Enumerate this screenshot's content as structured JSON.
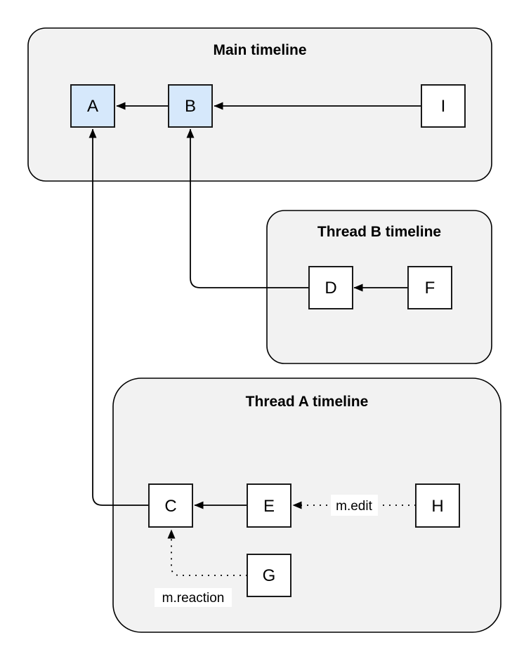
{
  "diagram": {
    "type": "event-graph",
    "containers": [
      {
        "id": "main",
        "title": "Main timeline"
      },
      {
        "id": "thread-b",
        "title": "Thread B timeline"
      },
      {
        "id": "thread-a",
        "title": "Thread A timeline"
      }
    ],
    "nodes": [
      {
        "id": "A",
        "label": "A",
        "timeline": "main",
        "highlighted": true
      },
      {
        "id": "B",
        "label": "B",
        "timeline": "main",
        "highlighted": true
      },
      {
        "id": "I",
        "label": "I",
        "timeline": "main",
        "highlighted": false
      },
      {
        "id": "D",
        "label": "D",
        "timeline": "thread-b",
        "highlighted": false
      },
      {
        "id": "F",
        "label": "F",
        "timeline": "thread-b",
        "highlighted": false
      },
      {
        "id": "C",
        "label": "C",
        "timeline": "thread-a",
        "highlighted": false
      },
      {
        "id": "E",
        "label": "E",
        "timeline": "thread-a",
        "highlighted": false
      },
      {
        "id": "H",
        "label": "H",
        "timeline": "thread-a",
        "highlighted": false
      },
      {
        "id": "G",
        "label": "G",
        "timeline": "thread-a",
        "highlighted": false
      }
    ],
    "edges": [
      {
        "from": "B",
        "to": "A",
        "style": "solid",
        "label": ""
      },
      {
        "from": "I",
        "to": "B",
        "style": "solid",
        "label": ""
      },
      {
        "from": "F",
        "to": "D",
        "style": "solid",
        "label": ""
      },
      {
        "from": "D",
        "to": "B",
        "style": "solid",
        "label": ""
      },
      {
        "from": "E",
        "to": "C",
        "style": "solid",
        "label": ""
      },
      {
        "from": "H",
        "to": "E",
        "style": "dotted",
        "label": "m.edit"
      },
      {
        "from": "C",
        "to": "A",
        "style": "solid",
        "label": ""
      },
      {
        "from": "G",
        "to": "C",
        "style": "dotted",
        "label": "m.reaction"
      }
    ],
    "colors": {
      "container_fill": "#f2f2f2",
      "container_border": "#000000",
      "node_fill": "#ffffff",
      "node_highlight_fill": "#d6e8fb",
      "node_border": "#1a1a1a",
      "edge_color": "#000000",
      "label_background": "#ffffff"
    }
  }
}
